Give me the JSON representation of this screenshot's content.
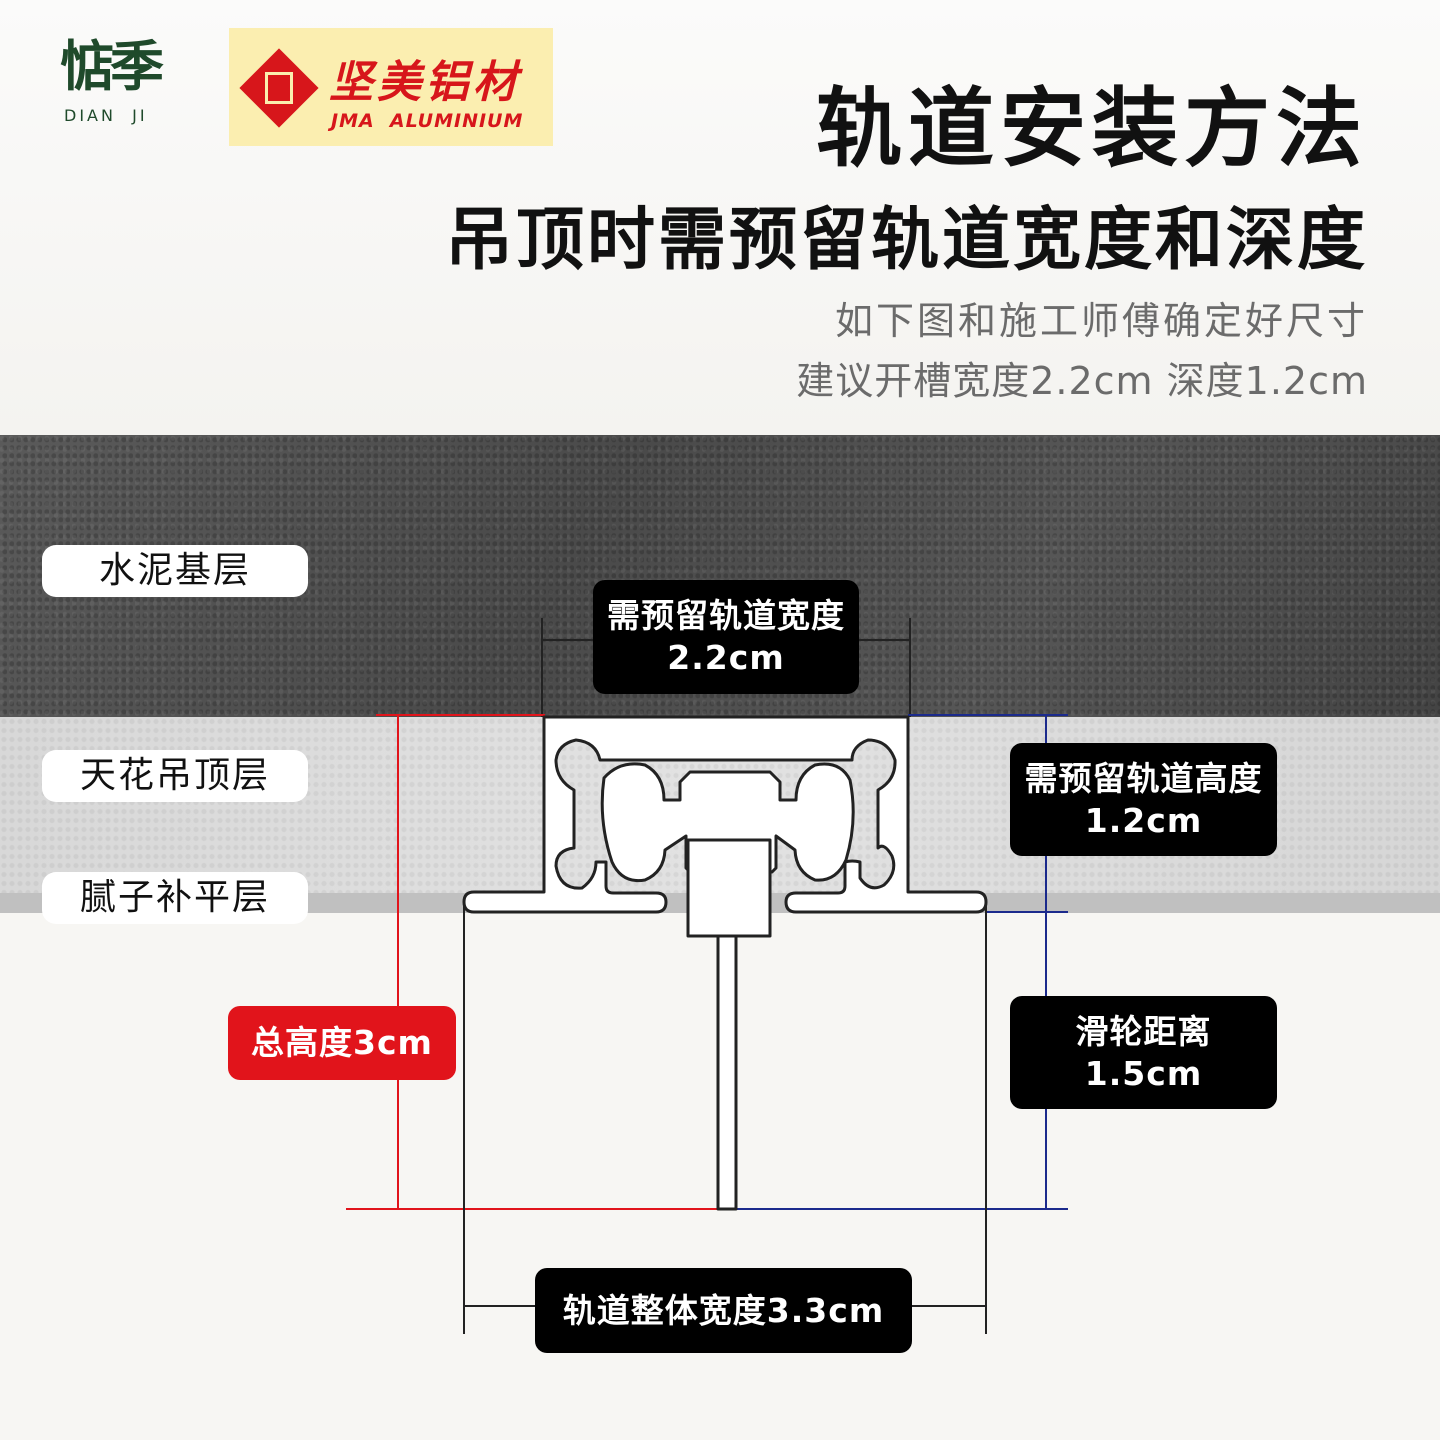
{
  "brand": {
    "dianji_mark": "惦季",
    "dianji_sub": "DIAN  JI",
    "jma_cn": "坚美铝材",
    "jma_en": "JMA  ALUMINIUM"
  },
  "title": "轨道安装方法",
  "subtitle": "吊顶时需预留轨道宽度和深度",
  "note_lines": [
    "如下图和施工师傅确定好尺寸",
    "建议开槽宽度2.2cm 深度1.2cm"
  ],
  "layers": {
    "concrete": "水泥基层",
    "ceiling": "天花吊顶层",
    "putty": "腻子补平层"
  },
  "dimensions": {
    "reserve_width": {
      "label": "需预留轨道宽度",
      "value": "2.2cm"
    },
    "reserve_height": {
      "label": "需预留轨道高度",
      "value": "1.2cm"
    },
    "pulley_distance": {
      "label": "滑轮距离",
      "value": "1.5cm"
    },
    "total_height": "总高度3cm",
    "overall_width": "轨道整体宽度3.3cm"
  },
  "colors": {
    "accent_red": "#e1141b",
    "guide_blue": "#1b2a8c",
    "brand_green": "#1f4a2b"
  }
}
